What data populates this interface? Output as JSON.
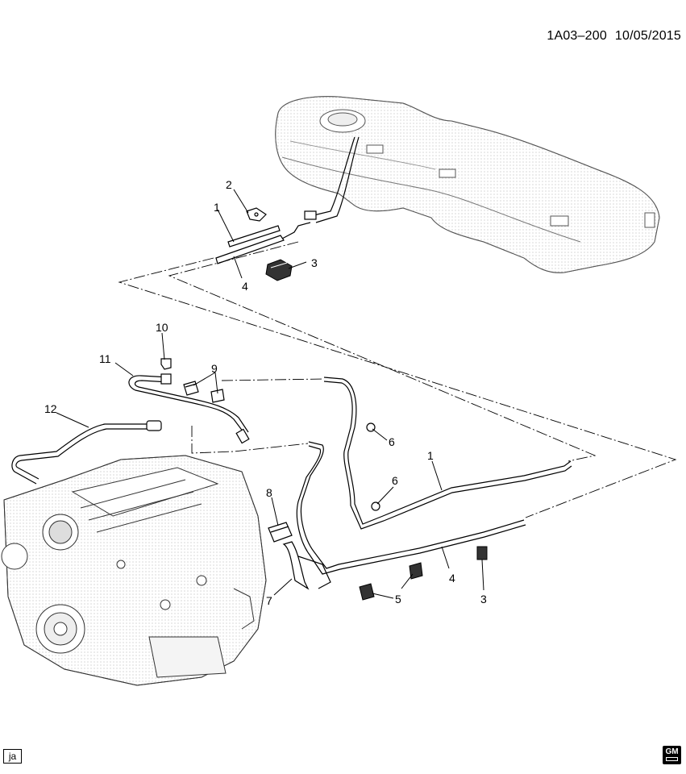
{
  "header": {
    "diagram_code": "1A03–200",
    "date": "10/05/2015"
  },
  "footer": {
    "artist_initials": "ja",
    "logo_text": "GM"
  },
  "callouts": {
    "c1_top": "1",
    "c2_top": "2",
    "c3_top": "3",
    "c4_top": "4",
    "c10": "10",
    "c11": "11",
    "c9": "9",
    "c12": "12",
    "c6_upper": "6",
    "c6_lower": "6",
    "c1_right": "1",
    "c8": "8",
    "c4_right": "4",
    "c3_right": "3",
    "c5": "5",
    "c7": "7"
  }
}
